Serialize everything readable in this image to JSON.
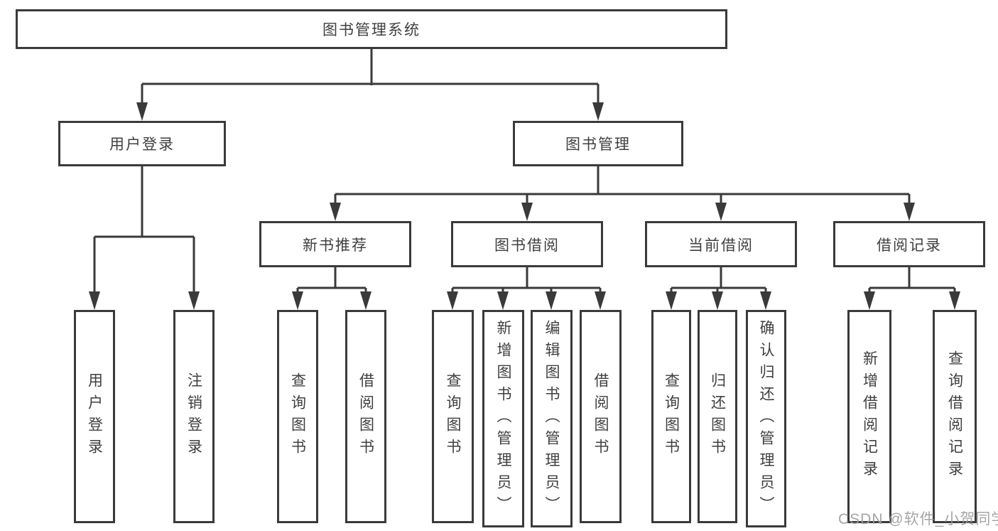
{
  "tree": {
    "label": "图书管理系统",
    "children": [
      {
        "label": "用户登录",
        "children": [
          {
            "label": "用户登录"
          },
          {
            "label": "注销登录"
          }
        ]
      },
      {
        "label": "图书管理",
        "children": [
          {
            "label": "新书推荐",
            "children": [
              {
                "label": "查询图书"
              },
              {
                "label": "借阅图书"
              }
            ]
          },
          {
            "label": "图书借阅",
            "children": [
              {
                "label": "查询图书"
              },
              {
                "label": "新增图书（管理员）"
              },
              {
                "label": "编辑图书（管理员）"
              },
              {
                "label": "借阅图书"
              }
            ]
          },
          {
            "label": "当前借阅",
            "children": [
              {
                "label": "查询图书"
              },
              {
                "label": "归还图书"
              },
              {
                "label": "确认归还（管理员）"
              }
            ]
          },
          {
            "label": "借阅记录",
            "children": [
              {
                "label": "新增借阅记录"
              },
              {
                "label": "查询借阅记录"
              }
            ]
          }
        ]
      }
    ]
  },
  "watermark": {
    "text": "CSDN @软件_小贺同学"
  },
  "colors": {
    "line": "#3a3a3a",
    "text": "#3f3f3f",
    "box_fill": "#ffffff",
    "background": "#ffffff",
    "watermark_text": "#9e9e9e"
  }
}
